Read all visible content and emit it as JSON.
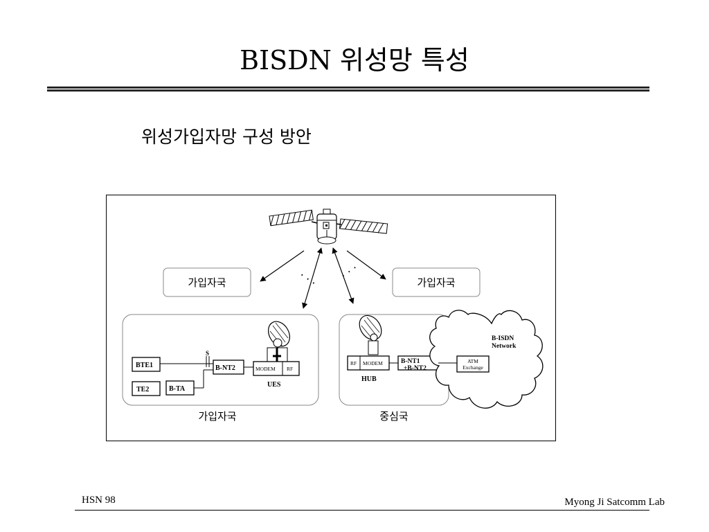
{
  "slide": {
    "title": "BISDN 위성망 특성",
    "subtitle": "위성가입자망 구성 방안"
  },
  "diagram": {
    "subscriber_label_top_left": "가입자국",
    "subscriber_label_top_right": "가입자국",
    "left_group_label": "가입자국",
    "right_group_label": "중심국",
    "bte1": "BTE1",
    "te2": "TE2",
    "bta": "B-TA",
    "bnt2": "B-NT2",
    "s_point": "S",
    "ues_modem": "MODEM",
    "ues_rf": "RF",
    "ues": "UES",
    "hub_rf": "RF",
    "hub_modem": "MODEM",
    "hub": "HUB",
    "bnt1_line1": "B-NT1",
    "bnt1_line2": "+B-NT2",
    "atm_line1": "ATM",
    "atm_line2": "Exchange",
    "network_line1": "B-ISDN",
    "network_line2": "Network",
    "dots_left": "· · ·",
    "dots_right": "· · ·"
  },
  "footer": {
    "left": "HSN 98",
    "right": "Myong Ji Satcomm Lab"
  }
}
